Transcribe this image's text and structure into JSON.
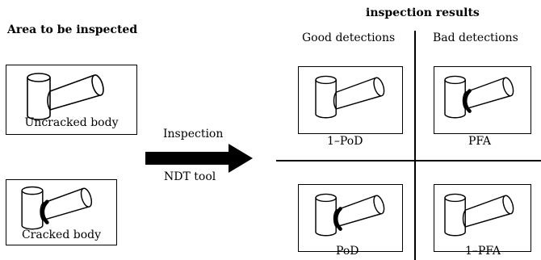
{
  "left": {
    "title": "Area to be inspected",
    "uncracked_label": "Uncracked body",
    "cracked_label": "Cracked body"
  },
  "middle": {
    "inspection_label": "Inspection",
    "tool_label": "NDT tool"
  },
  "right": {
    "title": "inspection results",
    "good_header": "Good detections",
    "bad_header": "Bad detections",
    "cells": {
      "top_left": "1–PoD",
      "top_right": "PFA",
      "bottom_left": "PoD",
      "bottom_right": "1–PFA"
    }
  },
  "colors": {
    "ink": "#000000",
    "background": "#ffffff"
  }
}
